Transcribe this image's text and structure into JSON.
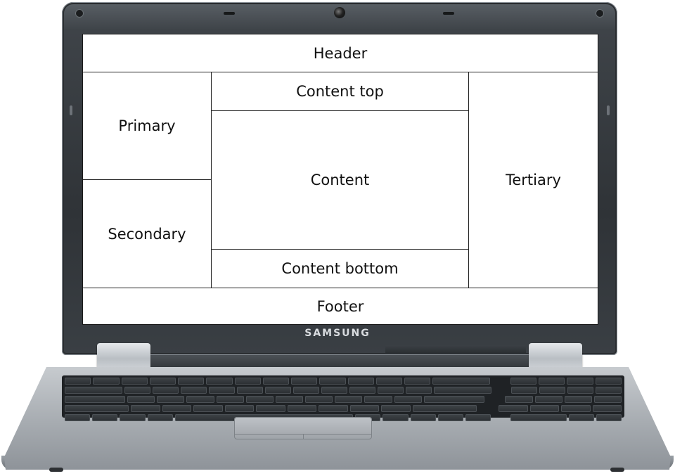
{
  "screen": {
    "header": "Header",
    "primary": "Primary",
    "secondary": "Secondary",
    "content_top": "Content top",
    "content": "Content",
    "content_bottom": "Content bottom",
    "tertiary": "Tertiary",
    "footer": "Footer"
  },
  "device": {
    "brand": "SAMSUNG"
  },
  "colors": {
    "bezel": "#2f3337",
    "screen": "#ffffff",
    "chassis": "#a9aeb3",
    "region_border": "#222222"
  },
  "icons": {
    "camera": "webcam-icon"
  }
}
